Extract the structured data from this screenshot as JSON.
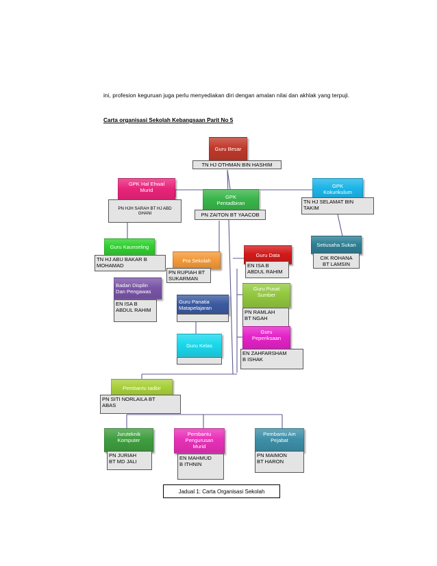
{
  "paragraph": "ini, profesion keguruan juga perlu menyediakan diri dengan amalan nilai dan akhlak yang terpuji.",
  "heading": "Carta organisasi Sekolah Kebangsaan Parit No 5",
  "chart": {
    "guru_besar": {
      "title": "Guru Besar",
      "name": "TN HJ OTHMAN BIN HASHIM",
      "color": "#c0392b"
    },
    "gpk_hem": {
      "title": "GPK Hal Ehwal\nMurid",
      "name": "PN HJH SARAH BT HJ ABD\nGHANI",
      "color": "#e8247a"
    },
    "gpk_pentadbiran": {
      "title": "GPK\nPentadbiran",
      "name": "PN ZAITON BT YAACOB",
      "color": "#39b54a"
    },
    "gpk_kokurikulum": {
      "title": "GPK\nKokurikulum",
      "name": "TN HJ SELAMAT BIN\nTAKIM",
      "color": "#1cb5e8"
    },
    "guru_kaunseling": {
      "title": "Guru Kaunseling",
      "name": "TN HJ ABU BAKAR B\nMOHAMAD",
      "color": "#2fd12f"
    },
    "pra_sekolah": {
      "title": "Pra Sekolah",
      "name": "PN RUPIAH BT\nSUKARMAN",
      "color": "#f39a3a"
    },
    "guru_data": {
      "title": "Guru Data",
      "name": "EN ISA B\nABDUL RAHIM",
      "color": "#d11a1a"
    },
    "setiusaha_sukan": {
      "title": "Setiusaha Sukan",
      "name": "CIK ROHANA\nBT LAMSIN",
      "color": "#2e7f95"
    },
    "badan_disiplin": {
      "title": "Badan Displin\nDan Pengawas",
      "name": "EN ISA B\nABDUL RAHIM",
      "color": "#7a55a8"
    },
    "guru_panatia": {
      "title": "Guru Panatia\nMatapelajaran",
      "name": "",
      "color": "#3b5aa0"
    },
    "guru_pusat_sumber": {
      "title": "Guru Pusat\nSumber",
      "name": "PN RAMLAH\nBT NGAH",
      "color": "#93c83e"
    },
    "guru_kelas": {
      "title": "Guru Kelas",
      "name": "",
      "color": "#1ad8ec"
    },
    "guru_peperiksaan": {
      "title": "Guru\nPeperiksaan",
      "name": "EN ZAHFARSHAM\nB ISHAK",
      "color": "#e522c8"
    },
    "pembantu_tadbir": {
      "title": "Pembantu tadbir",
      "name": "PN SITI NORLAILA BT\nABAS",
      "color": "#a8d03a"
    },
    "juruteknik": {
      "title": "Juruteknik\nKomputer",
      "name": "PN JURIAH\nBT MD JALI",
      "color": "#3f9e3f"
    },
    "pembantu_pengurusan": {
      "title": "Pembantu\nPengurusan\nMurid",
      "name": "EN MAHMUD\nB ITHNIN",
      "color": "#e830b8"
    },
    "pembantu_am": {
      "title": "Pembantu Am\nPejabat",
      "name": "PN MAIMON\nBT HARON",
      "color": "#3d8fa8"
    }
  },
  "caption": "Jadual 1: Carta Organisasi Sekolah"
}
